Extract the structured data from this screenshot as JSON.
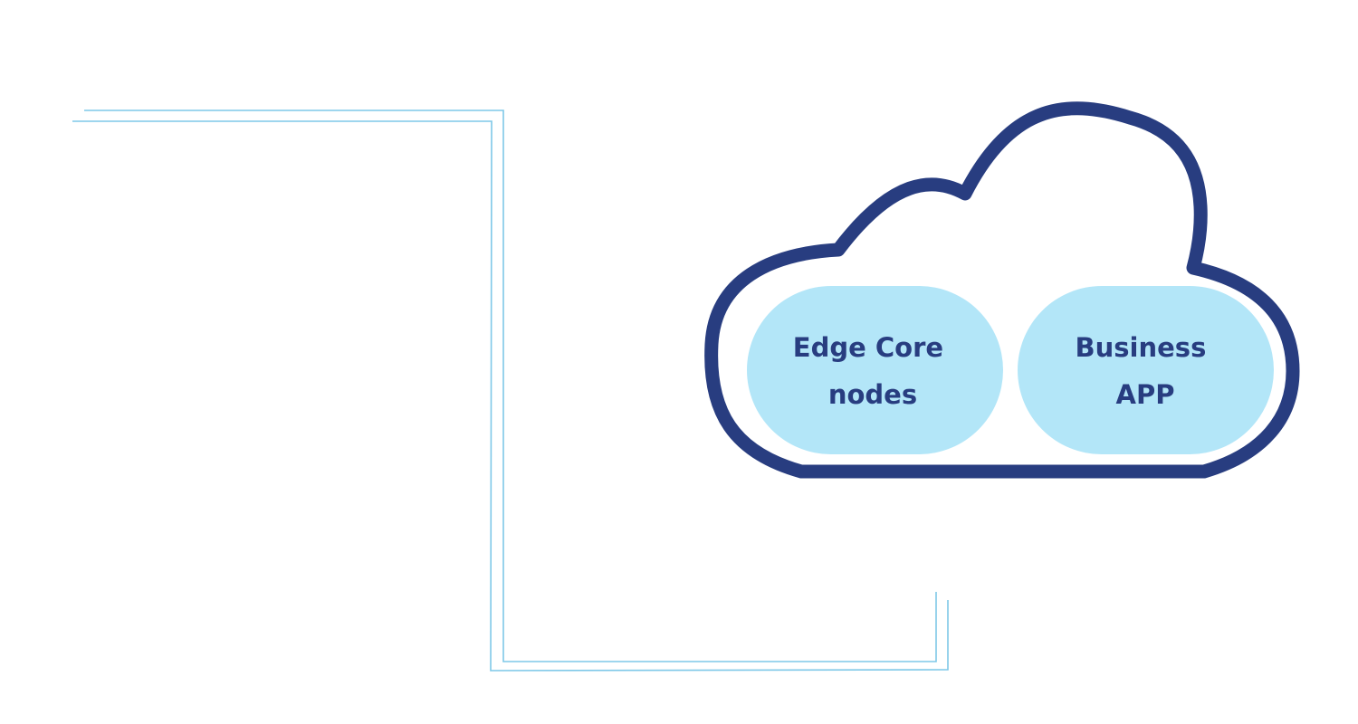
{
  "colors": {
    "connector": "#7ec8e8",
    "cloud_outline": "#283d80",
    "pill_fill": "#b3e6f8",
    "pill_text": "#283d80"
  },
  "cloud": {
    "nodes": [
      {
        "id": "edge-core-nodes",
        "lines": [
          "Edge Core",
          "nodes"
        ]
      },
      {
        "id": "business-app",
        "lines": [
          "Business",
          "APP"
        ]
      }
    ]
  }
}
